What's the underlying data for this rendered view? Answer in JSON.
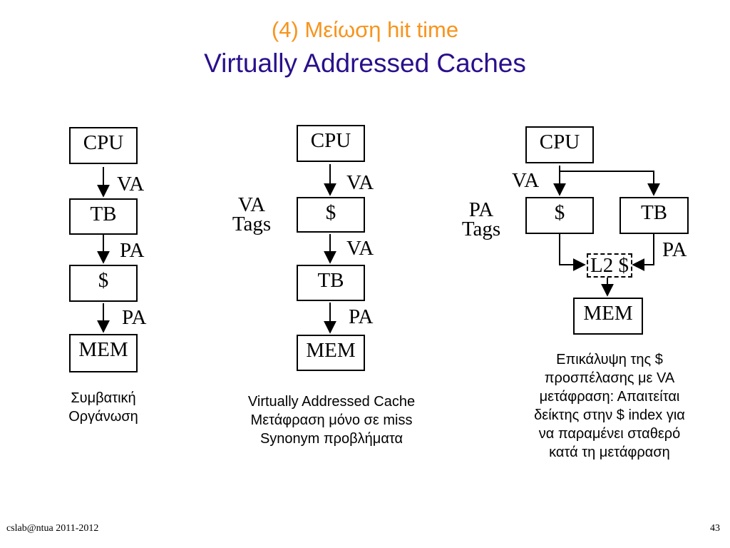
{
  "title": {
    "line1": "(4) Μείωση hit time",
    "line2": "Virtually Addressed Caches"
  },
  "colors": {
    "title_line1": "#f7941d",
    "title_line2": "#2a0f8c"
  },
  "diagram1": {
    "boxes": {
      "cpu": "CPU",
      "tb": "TB",
      "cache": "$",
      "mem": "MEM"
    },
    "labels": {
      "va": "VA",
      "pa1": "PA",
      "pa2": "PA"
    },
    "caption": [
      "Συμβατική",
      "Οργάνωση"
    ]
  },
  "diagram2": {
    "boxes": {
      "cpu": "CPU",
      "cache": "$",
      "tb": "TB",
      "mem": "MEM"
    },
    "labels": {
      "va1": "VA",
      "va2": "VA",
      "pa": "PA",
      "tags_line1": "VA",
      "tags_line2": "Tags"
    },
    "caption": [
      "Virtually Addressed Cache",
      "Μετάφραση μόνο σε miss",
      "Synonym προβλήματα"
    ]
  },
  "diagram3": {
    "boxes": {
      "cpu": "CPU",
      "cache": "$",
      "tb": "TB",
      "l2": "L2 $",
      "mem": "MEM"
    },
    "labels": {
      "va": "VA",
      "pa": "PA",
      "tags_line1": "PA",
      "tags_line2": "Tags"
    },
    "caption": [
      "Επικάλυψη της $",
      "προσπέλασης με VA",
      "μετάφραση: Απαιτείται",
      "δείκτης στην $ index για",
      "να παραμένει σταθερό",
      "κατά τη μετάφραση"
    ]
  },
  "footer": {
    "left": "cslab@ntua 2011-2012",
    "page": "43"
  }
}
